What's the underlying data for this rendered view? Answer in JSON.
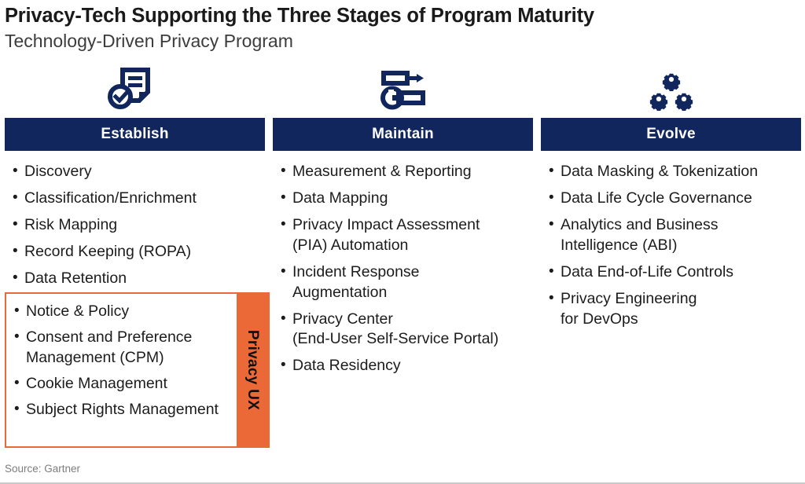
{
  "header": {
    "title": "Privacy-Tech Supporting the Three Stages of Program Maturity",
    "subtitle": "Technology-Driven Privacy Program"
  },
  "colors": {
    "header_navy": "#11265c",
    "accent_orange": "#ea6937",
    "body_text": "#1c1c1c",
    "source_gray": "#7d7d7d"
  },
  "columns": [
    {
      "id": "establish",
      "icon": "document-check-icon",
      "label": "Establish",
      "items": [
        {
          "line1": "Discovery",
          "line2": ""
        },
        {
          "line1": "Classification/Enrichment",
          "line2": ""
        },
        {
          "line1": "Risk Mapping",
          "line2": ""
        },
        {
          "line1": "Record Keeping (ROPA)",
          "line2": ""
        },
        {
          "line1": "Data Retention",
          "line2": ""
        }
      ],
      "highlight": {
        "tab_label": "Privacy UX",
        "items": [
          {
            "line1": "Notice & Policy",
            "line2": ""
          },
          {
            "line1": "Consent and Preference",
            "line2": "Management (CPM)"
          },
          {
            "line1": "Cookie Management",
            "line2": ""
          },
          {
            "line1": "Subject Rights",
            "line2": "Management"
          }
        ]
      }
    },
    {
      "id": "maintain",
      "icon": "tools-wrench-screwdriver-icon",
      "label": "Maintain",
      "items": [
        {
          "line1": "Measurement & Reporting",
          "line2": ""
        },
        {
          "line1": "Data Mapping",
          "line2": ""
        },
        {
          "line1": "Privacy Impact Assessment",
          "line2": "(PIA) Automation"
        },
        {
          "line1": "Incident Response",
          "line2": "Augmentation"
        },
        {
          "line1": "Privacy Center",
          "line2": "(End-User Self-Service Portal)"
        },
        {
          "line1": "Data Residency",
          "line2": ""
        }
      ],
      "highlight": null
    },
    {
      "id": "evolve",
      "icon": "three-gears-icon",
      "label": "Evolve",
      "items": [
        {
          "line1": "Data Masking & Tokenization",
          "line2": ""
        },
        {
          "line1": "Data Life Cycle Governance",
          "line2": ""
        },
        {
          "line1": "Analytics and Business",
          "line2": "Intelligence (ABI)"
        },
        {
          "line1": "Data End-of-Life Controls",
          "line2": ""
        },
        {
          "line1": "Privacy Engineering",
          "line2": "for DevOps"
        }
      ],
      "highlight": null
    }
  ],
  "footer": {
    "source": "Source: Gartner"
  }
}
